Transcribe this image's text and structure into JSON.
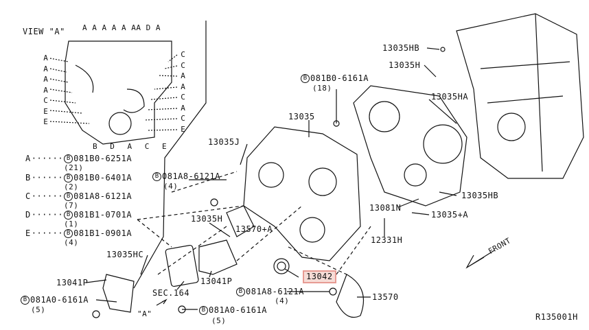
{
  "view_label": "VIEW \"A\"",
  "view_markers": {
    "top": "A A A A A AA D A",
    "left": "A A A A C E E",
    "right": "C C A A C A C E",
    "bottom": "B D A C E"
  },
  "legend": [
    {
      "key": "A",
      "part": "081B0-6251A",
      "qty": "(21)"
    },
    {
      "key": "B",
      "part": "081B0-6401A",
      "qty": "(2)"
    },
    {
      "key": "C",
      "part": "081A8-6121A",
      "qty": "(7)"
    },
    {
      "key": "D",
      "part": "081B1-0701A",
      "qty": "(1)"
    },
    {
      "key": "E",
      "part": "081B1-0901A",
      "qty": "(4)"
    }
  ],
  "bolt_symbol": "B",
  "labels": {
    "p13035HB_top": "13035HB",
    "p13035H_top": "13035H",
    "bolt_top_part": "081B0-6161A",
    "bolt_top_qty": "(18)",
    "p13035HA": "13035HA",
    "p13035": "13035",
    "p13035J": "13035J",
    "bolt_left_part": "081A8-6121A",
    "bolt_left_qty": "(4)",
    "p13035HB_mid": "13035HB",
    "p13081N": "13081N",
    "p13035A": "13035+A",
    "p13035H_mid": "13035H",
    "p13570A": "13570+A",
    "p12331H": "12331H",
    "p13035HC": "13035HC",
    "p13041P_left": "13041P",
    "sec164": "SEC.164",
    "p13041P_mid": "13041P",
    "p13042": "13042",
    "bolt_bottom_mid_part": "081A8-6121A",
    "bolt_bottom_mid_qty": "(4)",
    "p13570": "13570",
    "bolt_bottom_left_part": "081A0-6161A",
    "bolt_bottom_left_qty": "(5)",
    "view_arrow": "\"A\"",
    "bolt_bottom_center_part": "081A0-6161A",
    "bolt_bottom_center_qty": "(5)",
    "front": "FRONT",
    "ref_code": "R135001H"
  },
  "highlight_color": "#e79b93"
}
